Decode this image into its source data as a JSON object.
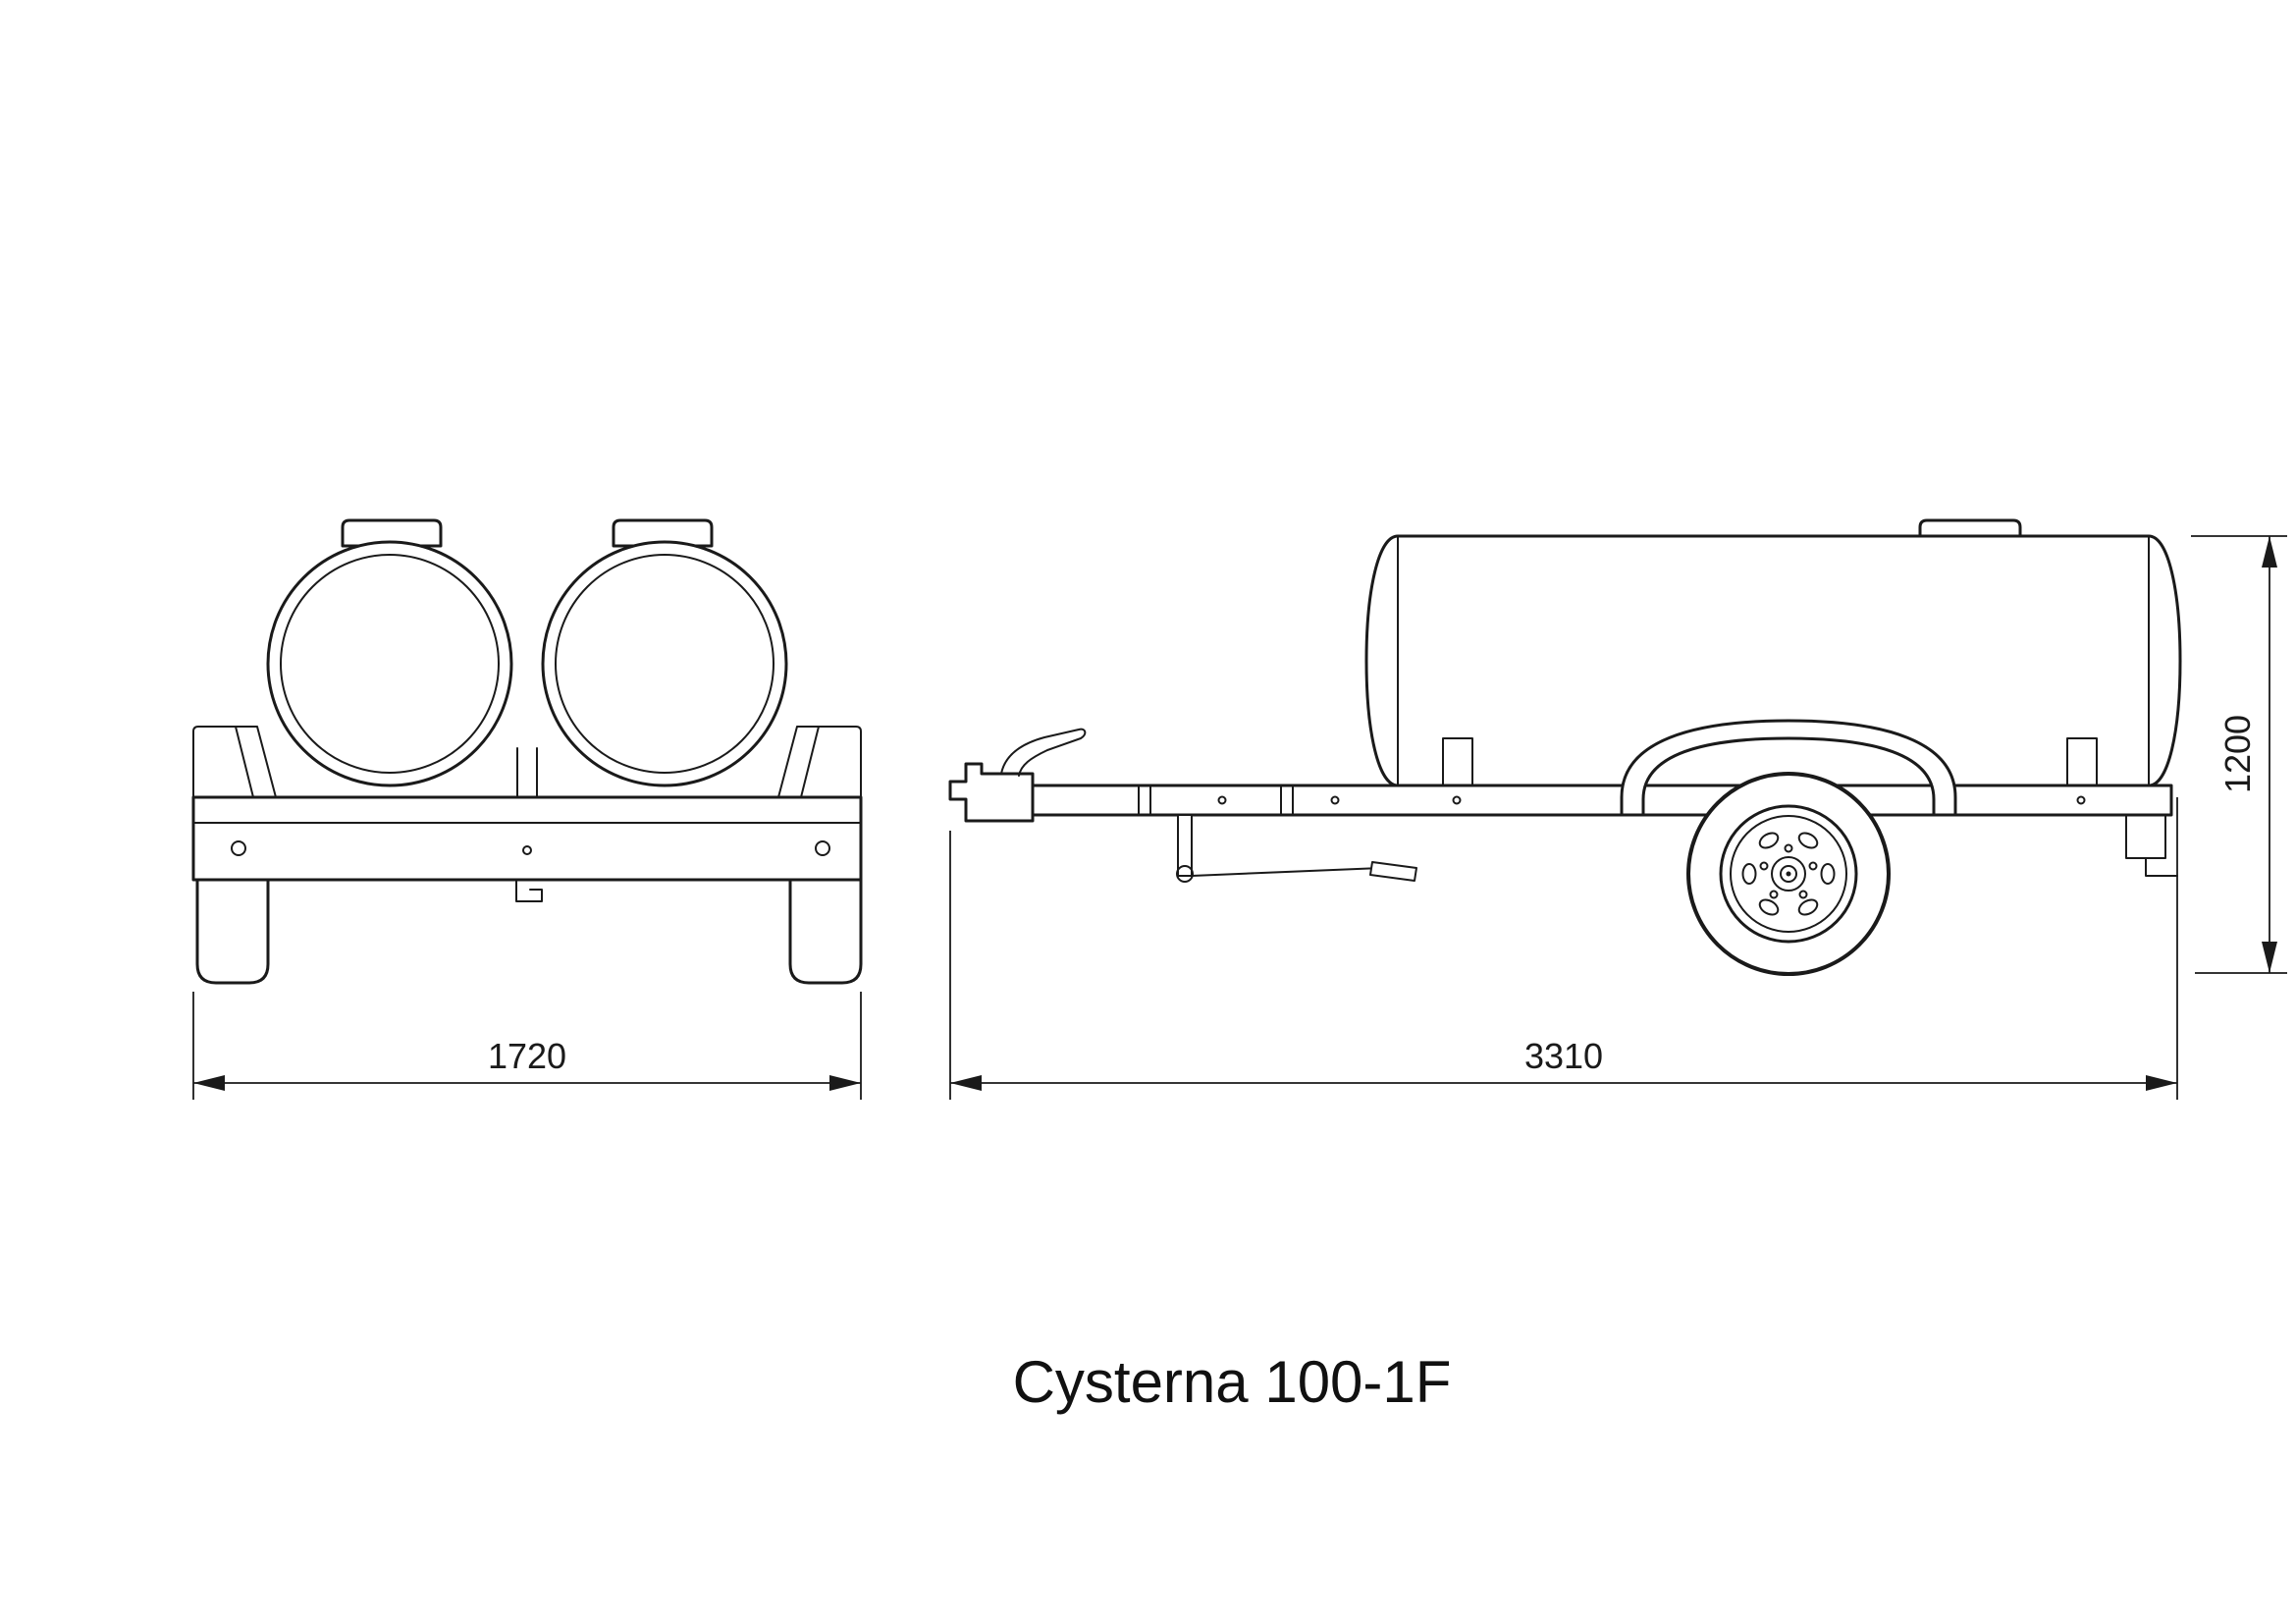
{
  "title": "Cysterna 100-1F",
  "colors": {
    "line": "#1a1a1a",
    "background": "#ffffff"
  },
  "views": {
    "front": {
      "name": "front-view",
      "width_mm": "1720"
    },
    "side": {
      "name": "side-view",
      "length_mm": "3310",
      "height_mm": "1200"
    }
  }
}
